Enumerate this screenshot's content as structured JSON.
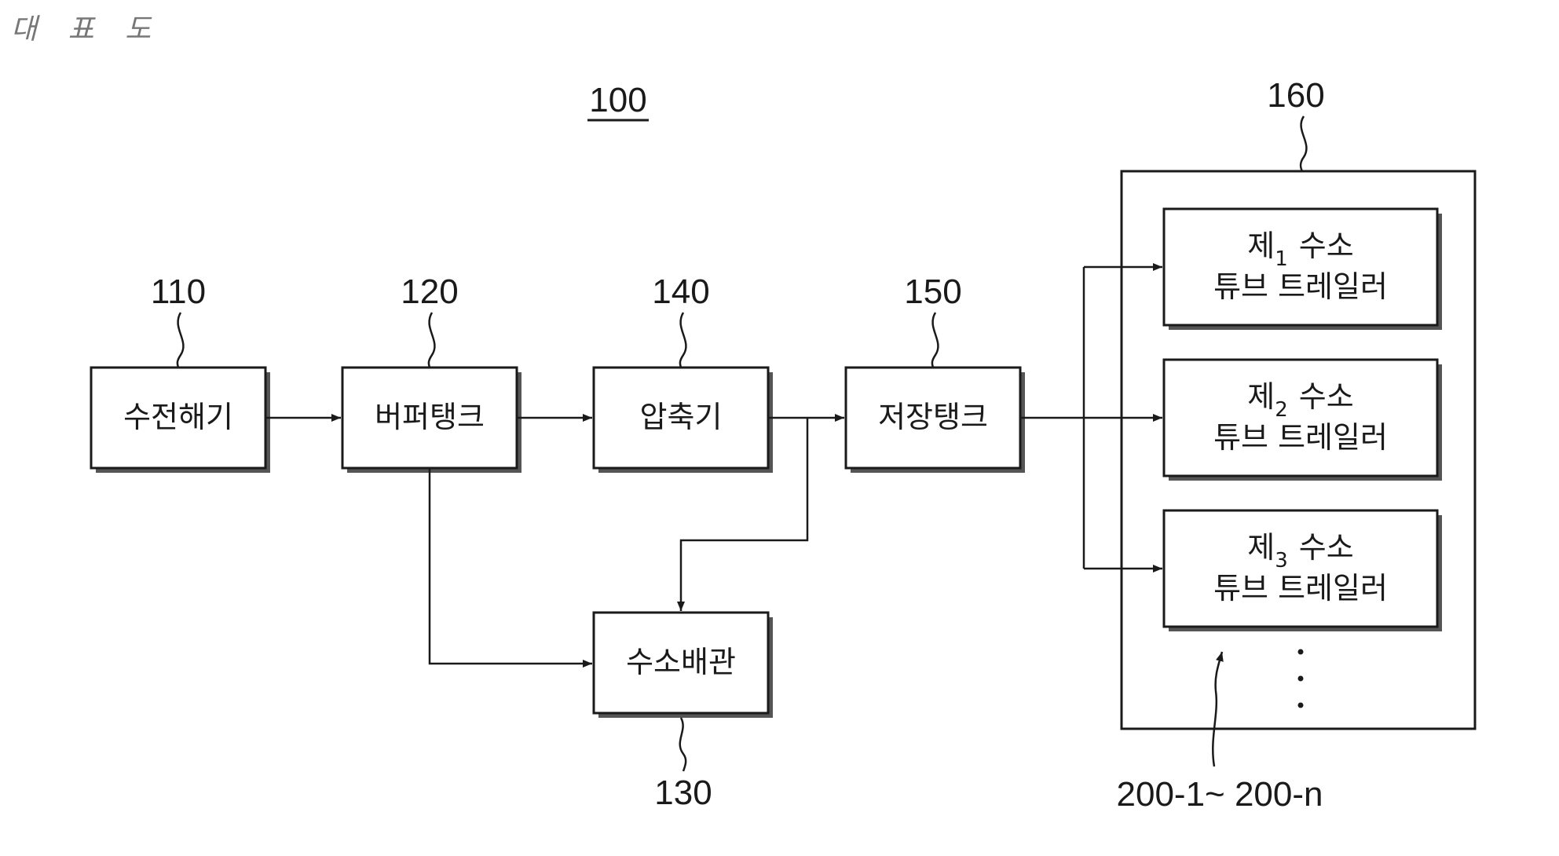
{
  "header": {
    "title": "대 표 도"
  },
  "system": {
    "ref": "100"
  },
  "blocks": {
    "receiver": {
      "label": "수전해기",
      "ref": "110"
    },
    "buffer_tank": {
      "label": "버퍼탱크",
      "ref": "120"
    },
    "compressor": {
      "label": "압축기",
      "ref": "140"
    },
    "storage_tank": {
      "label": "저장탱크",
      "ref": "150"
    },
    "hydrogen_pipe": {
      "label": "수소배관",
      "ref": "130"
    }
  },
  "trailer_group": {
    "ref": "160",
    "items_ref": "200-1~ 200-n",
    "ellipsis": "·\n·\n·",
    "trailers": [
      {
        "prefix": "제",
        "index": "1",
        "suffix": "수소",
        "line2": "튜브 트레일러"
      },
      {
        "prefix": "제",
        "index": "2",
        "suffix": "수소",
        "line2": "튜브 트레일러"
      },
      {
        "prefix": "제",
        "index": "3",
        "suffix": "수소",
        "line2": "튜브 트레일러"
      }
    ]
  },
  "colors": {
    "stroke": "#1a1a1a",
    "shadow": "#555555",
    "header": "#777777"
  }
}
